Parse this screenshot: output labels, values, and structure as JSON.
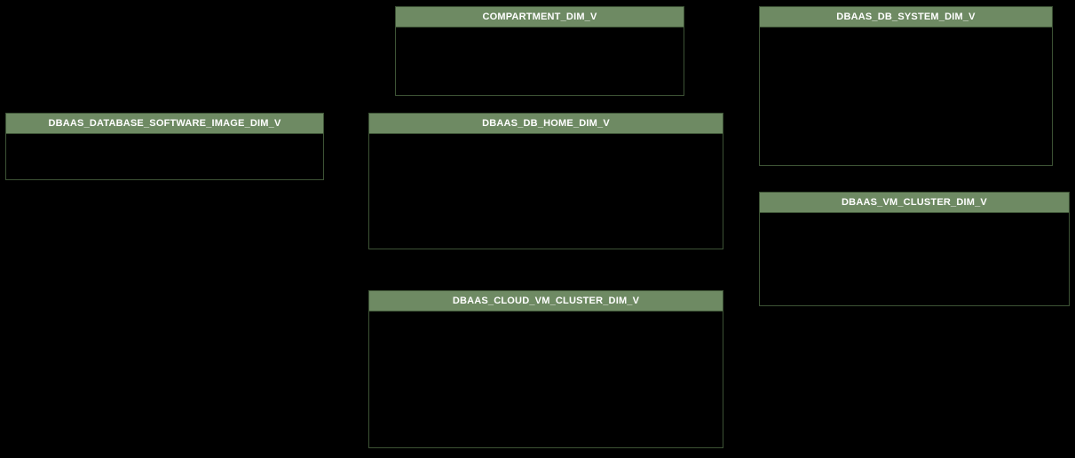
{
  "diagram": {
    "background_color": "#000000",
    "entity_header_color": "#6e8a63",
    "entity_border_color": "#3d5335",
    "entity_title_color": "#ffffff",
    "entities": [
      {
        "name": "COMPARTMENT_DIM_V"
      },
      {
        "name": "DBAAS_DB_SYSTEM_DIM_V"
      },
      {
        "name": "DBAAS_DATABASE_SOFTWARE_IMAGE_DIM_V"
      },
      {
        "name": "DBAAS_DB_HOME_DIM_V"
      },
      {
        "name": "DBAAS_VM_CLUSTER_DIM_V"
      },
      {
        "name": "DBAAS_CLOUD_VM_CLUSTER_DIM_V"
      }
    ]
  }
}
